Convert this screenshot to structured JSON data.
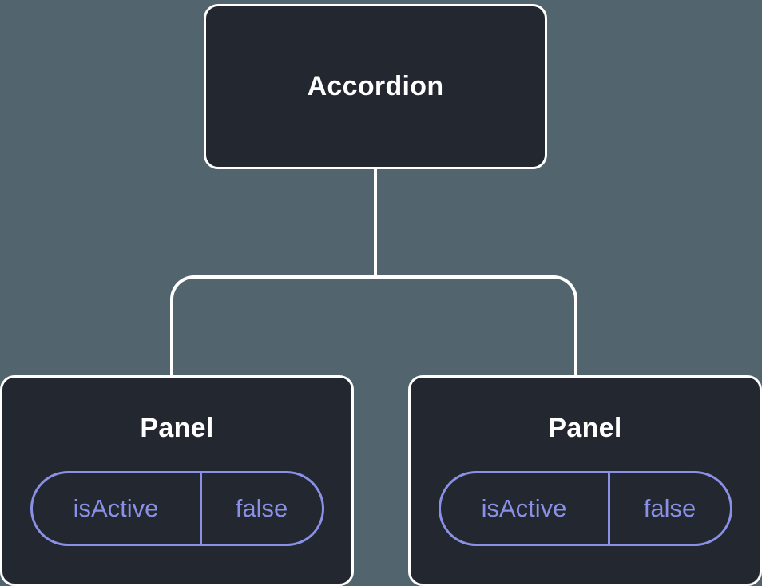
{
  "diagram": {
    "root": {
      "label": "Accordion"
    },
    "children": [
      {
        "label": "Panel",
        "prop": {
          "name": "isActive",
          "value": "false"
        }
      },
      {
        "label": "Panel",
        "prop": {
          "name": "isActive",
          "value": "false"
        }
      }
    ]
  },
  "colors": {
    "background": "#52646e",
    "node_fill": "#23272f",
    "node_border": "#ffffff",
    "connector": "#ffffff",
    "node_text": "#ffffff",
    "prop_accent": "#8a90e6"
  }
}
